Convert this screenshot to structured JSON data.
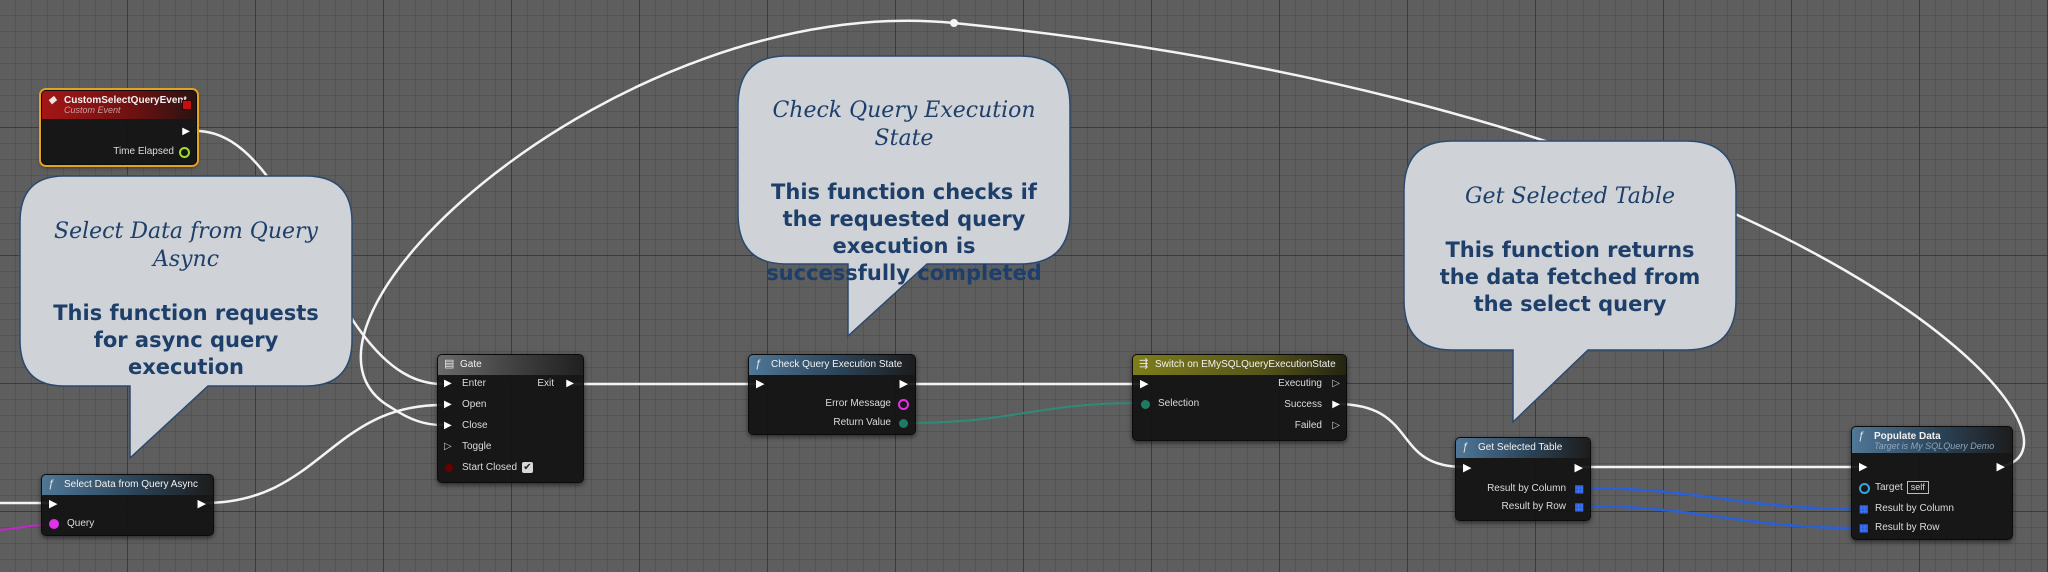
{
  "colors": {
    "exec_wire": "#f4f4f4",
    "data_wire_teal": "#2f8a76",
    "data_wire_magenta": "#c026c8",
    "data_wire_blue": "#2a5fd6",
    "bubble_fill": "#cfd2d6",
    "bubble_text": "#1d3f6a",
    "event_outline": "#e3a321"
  },
  "comments": {
    "select_async": {
      "title": "Select Data from Query Async",
      "desc": "This function requests for async query execution"
    },
    "check_state": {
      "title": "Check Query Execution State",
      "desc": "This function checks if the requested query execution is successfully completed"
    },
    "get_table": {
      "title": "Get Selected Table",
      "desc": "This function returns the data fetched from the select query"
    }
  },
  "nodes": {
    "custom_event": {
      "title": "CustomSelectQueryEvent",
      "subtitle": "Custom Event",
      "icon": "event-diamond-icon",
      "time_elapsed_pin": "Time Elapsed"
    },
    "select_async": {
      "title": "Select Data from Query Async",
      "icon": "function-icon",
      "query_pin": "Query"
    },
    "gate": {
      "title": "Gate",
      "icon": "gate-icon",
      "enter": "Enter",
      "exit": "Exit",
      "open": "Open",
      "close": "Close",
      "toggle": "Toggle",
      "start_closed": "Start Closed",
      "start_closed_checked": true
    },
    "check_state": {
      "title": "Check Query Execution State",
      "icon": "function-icon",
      "error_message": "Error Message",
      "return_value": "Return Value"
    },
    "switch": {
      "title": "Switch on EMySQLQueryExecutionState",
      "icon": "switch-icon",
      "selection": "Selection",
      "executing": "Executing",
      "success": "Success",
      "failed": "Failed"
    },
    "get_table": {
      "title": "Get Selected Table",
      "icon": "function-icon",
      "result_by_column": "Result by Column",
      "result_by_row": "Result by Row"
    },
    "populate": {
      "title": "Populate Data",
      "subtitle": "Target is My SQLQuery Demo",
      "icon": "function-icon",
      "target": "Target",
      "target_value": "self",
      "result_by_column": "Result by Column",
      "result_by_row": "Result by Row"
    }
  }
}
